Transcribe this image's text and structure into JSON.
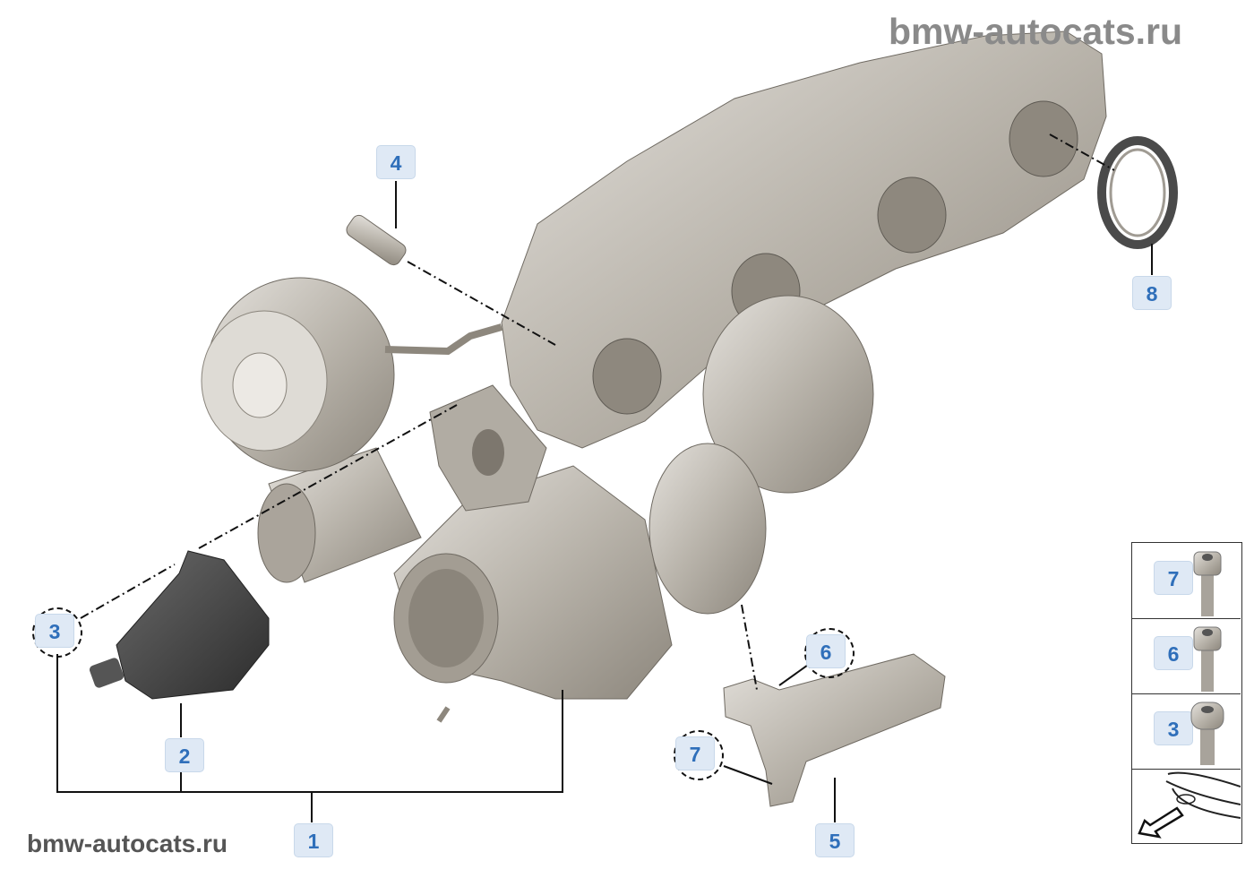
{
  "watermarks": {
    "top": "bmw-autocats.ru",
    "bottom": "bmw-autocats.ru"
  },
  "callouts": {
    "c1": "1",
    "c2": "2",
    "c3": "3",
    "c4": "4",
    "c5": "5",
    "c6": "6",
    "c7": "7",
    "c8": "8"
  },
  "legend": {
    "items": [
      {
        "label": "7",
        "icon": "bolt-flange-icon"
      },
      {
        "label": "6",
        "icon": "bolt-flange-long-icon"
      },
      {
        "label": "3",
        "icon": "bolt-socket-head-icon"
      }
    ],
    "orientation_icon": "vehicle-front-arrow-icon"
  },
  "colors": {
    "callout_text": "#2f6fba",
    "callout_bg": "#dfe9f5",
    "part": "#b8b3aa"
  }
}
